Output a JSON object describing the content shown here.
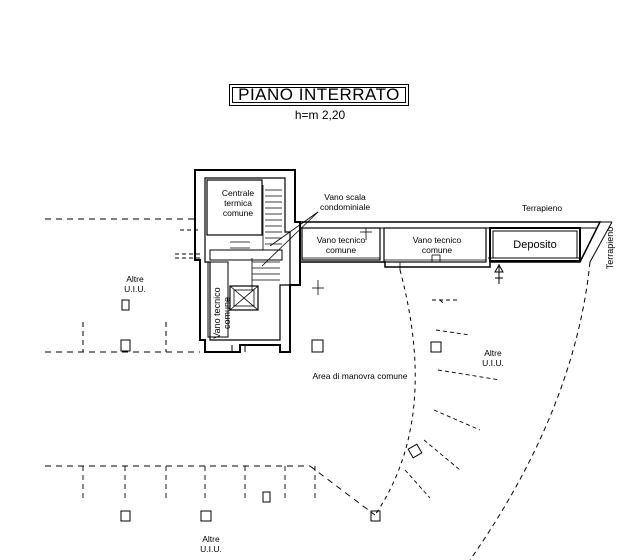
{
  "title": "PIANO INTERRATO",
  "height": "h=m 2,20",
  "labels": {
    "centrale_line1": "Centrale",
    "centrale_line2": "termica",
    "centrale_line3": "comune",
    "vano_scala_line1": "Vano scala",
    "vano_scala_line2": "condominiale",
    "vano_tecnico_1_line1": "Vano tecnico",
    "vano_tecnico_1_line2": "comune",
    "vano_tecnico_2_line1": "Vano tecnico",
    "vano_tecnico_2_line2": "comune",
    "vano_tecnico_vert_line1": "Vano tecnico",
    "vano_tecnico_vert_line2": "comune",
    "deposito": "Deposito",
    "terrapieno_top": "Terrapieno",
    "terrapieno_right": "Terrapieno",
    "altre_left_line1": "Altre",
    "altre_left_line2": "U.I.U.",
    "altre_right_line1": "Altre",
    "altre_right_line2": "U.I.U.",
    "altre_bottom_line1": "Altre",
    "altre_bottom_line2": "U.I.U.",
    "area_manovra": "Area di manovra comune"
  }
}
